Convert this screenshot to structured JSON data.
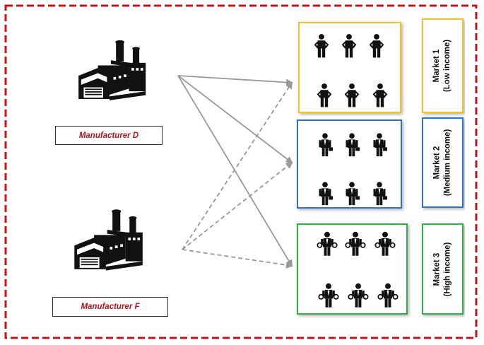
{
  "manufacturers": [
    {
      "label": "Manufacturer D"
    },
    {
      "label": "Manufacturer F"
    }
  ],
  "markets": [
    {
      "name": "Market 1",
      "income": "(Low income)",
      "color": "#f2c12e",
      "people": "casual"
    },
    {
      "name": "Market 2",
      "income": "(Medium income)",
      "color": "#2e74c4",
      "people": "office"
    },
    {
      "name": "Market 3",
      "income": "(High income)",
      "color": "#33ad4b",
      "people": "rich"
    }
  ],
  "colors": {
    "frame_border": "#c0141c",
    "solid_arrow": "#999999",
    "dashed_arrow": "#999999",
    "icon": "#111111"
  },
  "icons": {
    "factory": "factory-icon",
    "person_casual": "person-hands-on-hips-icon",
    "person_office": "businessman-briefcase-icon",
    "person_rich": "businessman-money-bags-icon"
  }
}
